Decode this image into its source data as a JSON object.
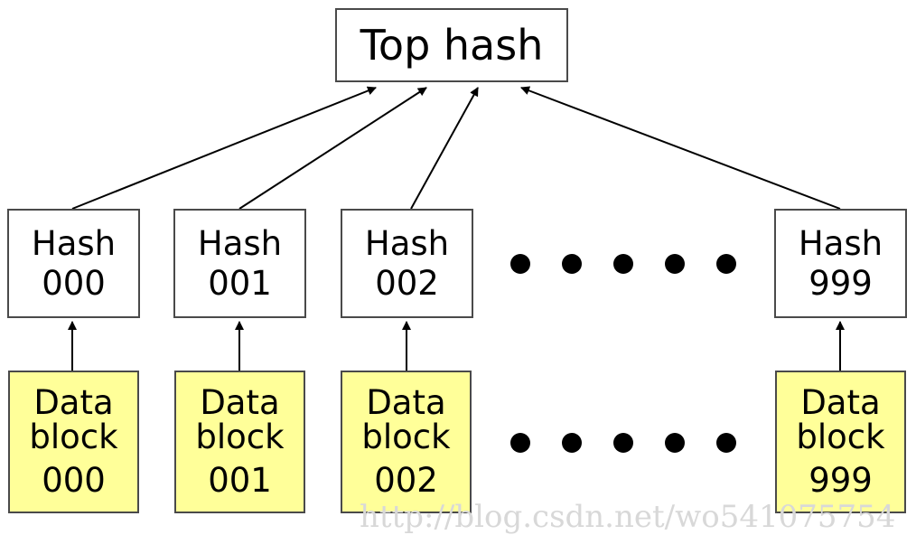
{
  "top_hash": {
    "label": "Top hash"
  },
  "hashes": [
    {
      "line1": "Hash",
      "line2": "000"
    },
    {
      "line1": "Hash",
      "line2": "001"
    },
    {
      "line1": "Hash",
      "line2": "002"
    },
    {
      "line1": "Hash",
      "line2": "999"
    }
  ],
  "data_blocks": [
    {
      "line1": "Data",
      "line2": "block",
      "line3": "000"
    },
    {
      "line1": "Data",
      "line2": "block",
      "line3": "001"
    },
    {
      "line1": "Data",
      "line2": "block",
      "line3": "002"
    },
    {
      "line1": "Data",
      "line2": "block",
      "line3": "999"
    }
  ],
  "watermark": "http://blog.csdn.net/wo541075754",
  "colors": {
    "data_block_fill": "#ffff99",
    "border": "#4a4a4a",
    "line": "#000000"
  }
}
